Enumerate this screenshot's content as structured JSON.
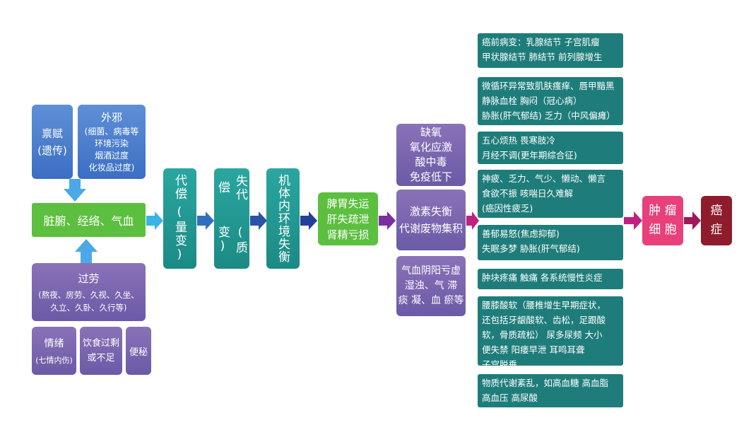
{
  "left": {
    "bingfu": {
      "title": "禀赋",
      "sub": "(遗传)"
    },
    "waixie": {
      "title": "外邪",
      "lines": [
        "(细菌、病毒等",
        "环境污染",
        "烟酒过度",
        "化妆品过度)"
      ]
    },
    "zangfu": "脏腑、经络、气血",
    "guolao": {
      "title": "过劳",
      "lines": [
        "(熬夜、房劳、久视、久坐、",
        "久立、久卧、久行等)"
      ]
    },
    "qingxu": {
      "title": "情绪",
      "sub": "(七情内伤)"
    },
    "yinshi": {
      "line1": "饮食过剩",
      "line2": "或不足"
    },
    "bianmi": "便秘"
  },
  "stages": {
    "daichang": {
      "main": "代偿",
      "sub": "(量变)"
    },
    "shidaichang": {
      "main": "失代偿",
      "sub": "(质变)"
    },
    "jiti": "机体内环境失衡",
    "piwei": [
      "脾胃失运",
      "肝失疏泄",
      "肾精亏损"
    ]
  },
  "mid": {
    "queyang": [
      "缺氧",
      "氧化应激",
      "酸中毒",
      "免疫低下"
    ],
    "jisu": [
      "激素失衡",
      "代谢废物集积"
    ],
    "qixue": [
      "气血阴阳亏虚",
      "湿浊、气 滞",
      "痰 凝、血 瘀等"
    ]
  },
  "right": [
    [
      "癌前病变：乳腺结节  子宫肌瘤",
      "甲状腺结节  肺结节  前列腺增生"
    ],
    [
      "微循环异常致肌肤瘙痒、唇甲黯黑",
      "静脉血栓   胸闷（冠心病）",
      "胁胀(肝气郁结)  乏力（中风偏瘫）"
    ],
    [
      "五心烦热   畏寒肢冷",
      "月经不调(更年期综合征)"
    ],
    [
      "神疲、乏力、气少、懒动、懒言",
      "食欲不振   咳喘日久难解",
      "  (癌因性疲乏)"
    ],
    [
      "善郁易怒(焦虑抑郁)",
      "失眠多梦   胁胀(肝气郁结)"
    ],
    [
      "肿块疼痛   触痛  各系统慢性炎症"
    ],
    [
      "腰膝酸软（腰椎增生早期症状，",
      "还包括牙龈酸软、齿松，足跟酸",
      "软，骨质疏松） 尿多尿频  大小",
      "便失禁   阳痿早泄   耳鸣耳聋",
      "子宫脱垂"
    ],
    [
      "物质代谢紊乱，如高血糖 高血脂",
      "高血压  高尿酸"
    ]
  ],
  "end": {
    "zhongliu": [
      "肿 瘤",
      "细 胞"
    ],
    "aizheng": [
      "癌",
      "症"
    ]
  },
  "colors": {
    "teal": "#1e7d7a",
    "purple": "#7a63ad",
    "green": "#5cbf3f",
    "pink": "#e8407a",
    "maroon": "#8e1c2c",
    "navy": "#22409a",
    "magenta": "#c0207f"
  }
}
